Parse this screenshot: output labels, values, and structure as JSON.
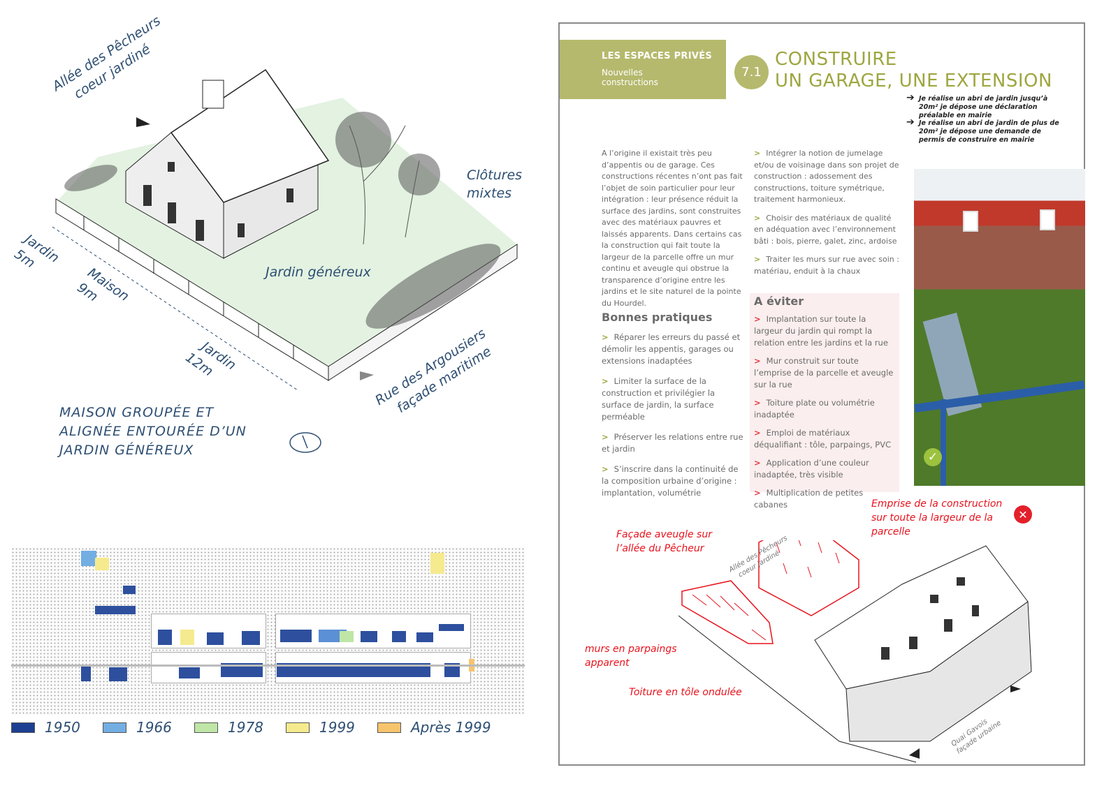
{
  "left": {
    "labels": {
      "allee": "Allée des Pêcheurs",
      "allee_sub": "coeur jardiné",
      "clotures": "Clôtures",
      "clotures_sub": "mixtes",
      "jardin5": "Jardin",
      "jardin5_dim": "5m",
      "maison": "Maison",
      "maison_dim": "9m",
      "jardin12": "Jardin",
      "jardin12_dim": "12m",
      "jardin_genereux": "Jardin généreux",
      "rue": "Rue des Argousiers",
      "rue_sub": "façade maritime"
    },
    "caption": [
      "MAISON GROUPÉE ET",
      "ALIGNÉE ENTOURÉE D’UN",
      "JARDIN GÉNÉREUX"
    ],
    "legend": [
      {
        "label": "1950",
        "color": "#1d3f91"
      },
      {
        "label": "1966",
        "color": "#73aee3"
      },
      {
        "label": "1978",
        "color": "#bfe6a6"
      },
      {
        "label": "1999",
        "color": "#f5ea8e"
      },
      {
        "label": "Après 1999",
        "color": "#f7c46e"
      }
    ]
  },
  "right": {
    "section": "LES ESPACES PRIVÉS",
    "subsection": "Nouvelles constructions",
    "number": "7.1",
    "title_line1": "CONSTRUIRE",
    "title_line2": "UN GARAGE, UNE EXTENSION",
    "notes": [
      "Je réalise un abri de jardin jusqu’à 20m² je dépose une déclaration préalable en mairie",
      "Je réalise un abri de jardin de plus de 20m² je dépose une demande de permis de construire en mairie"
    ],
    "intro": "A l’origine il existait très peu d’appentis ou de garage. Ces constructions récentes n’ont pas fait l’objet de soin particulier pour leur intégration : leur présence réduit la surface des jardins, sont construites avec des matériaux pauvres et laissés apparents. Dans certains cas la construction qui fait toute la largeur de la parcelle offre un mur continu et aveugle qui obstrue la transparence d’origine entre les jardins et le site naturel de la pointe du Hourdel.",
    "good_title": "Bonnes pratiques",
    "good": [
      "Réparer les erreurs du passé et démolir les appentis, garages ou extensions inadaptées",
      "Limiter la surface de la construction et privilégier la surface de jardin, la surface perméable",
      "Préserver les relations entre rue et jardin",
      "S’inscrire dans la continuité de la composition urbaine d’origine : implantation, volumétrie"
    ],
    "good2": [
      "Intégrer la notion de jumelage et/ou de voisinage dans son projet de construction : adossement des constructions, toiture symétrique, traitement harmonieux.",
      "Choisir des matériaux de qualité en adéquation avec l’environnement bâti : bois, pierre, galet, zinc, ardoise",
      "Traiter les murs sur rue avec soin : matériau, enduit à la chaux"
    ],
    "avoid_title": "A éviter",
    "avoid": [
      "Implantation sur toute la largeur du jardin qui rompt la relation entre les jardins et la rue",
      "Mur construit sur toute l’emprise de la parcelle et aveugle sur la rue",
      "Toiture plate ou volumétrie inadaptée",
      "Emploi de matériaux déqualifiant : tôle, parpaings, PVC",
      "Application d’une couleur inadaptée, très visible",
      "Multiplication de petites cabanes"
    ],
    "bullet": ">",
    "drawing": {
      "emprise": [
        "Emprise de la construction",
        "sur toute la largeur de la",
        "parcelle"
      ],
      "facade": [
        "Façade aveugle sur",
        "l’allée  du Pêcheur"
      ],
      "parpaings": [
        "murs en parpaings",
        "apparent"
      ],
      "toiture": "Toiture en tôle ondulée",
      "allee": "Allée des Pêcheurs",
      "allee_sub": "coeur jardiné",
      "quai": "Quai Gavois",
      "quai_sub": "façade urbaine"
    }
  }
}
